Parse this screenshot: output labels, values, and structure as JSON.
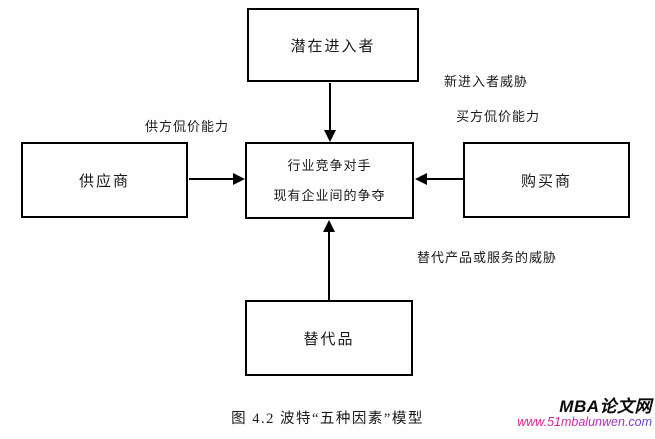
{
  "diagram": {
    "boxes": {
      "potential_entrants": "潜在进入者",
      "suppliers": "供应商",
      "rivalry_line1": "行业竞争对手",
      "rivalry_line2": "现有企业间的争夺",
      "buyers": "购买商",
      "substitutes": "替代品"
    },
    "edge_labels": {
      "supplier_bargaining_power": "供方侃价能力",
      "new_entrants_threat": "新进入者威胁",
      "buyer_bargaining_power": "买方侃价能力",
      "substitutes_threat": "替代产品或服务的威胁"
    },
    "caption": "图 4.2 波特“五种因素”模型"
  },
  "watermark": {
    "site_name": "MBA论文网",
    "site_url": "www.51mbalunwen.com"
  },
  "colors": {
    "box_border": "#000000",
    "arrow": "#000000",
    "text": "#1a1a1a",
    "background": "#fefefe",
    "watermark_name": "#0a0a0a",
    "watermark_url_start": "#e0218a",
    "watermark_url_end": "#5a45d8"
  }
}
